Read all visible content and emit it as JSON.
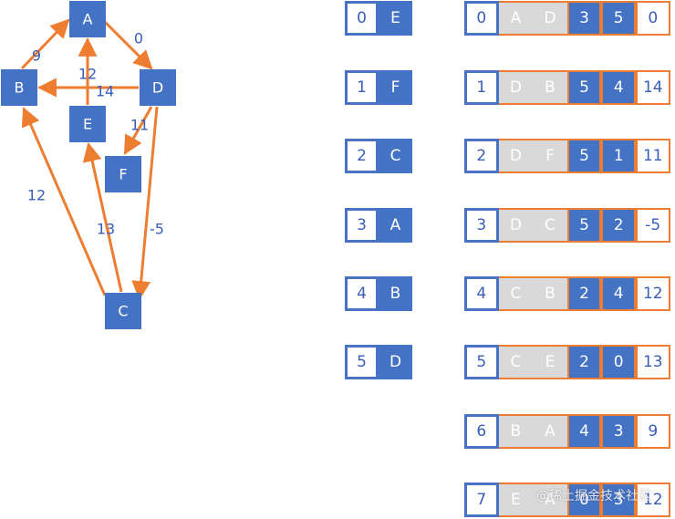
{
  "graph": {
    "nodes": [
      {
        "id": "A",
        "label": "A"
      },
      {
        "id": "B",
        "label": "B"
      },
      {
        "id": "D",
        "label": "D"
      },
      {
        "id": "E",
        "label": "E"
      },
      {
        "id": "F",
        "label": "F"
      },
      {
        "id": "C",
        "label": "C"
      }
    ],
    "edges": [
      {
        "from": "B",
        "to": "A",
        "weight": "9"
      },
      {
        "from": "A",
        "to": "D",
        "weight": "0"
      },
      {
        "from": "E",
        "to": "A",
        "weight": "12"
      },
      {
        "from": "D",
        "to": "B",
        "weight": "14"
      },
      {
        "from": "D",
        "to": "F",
        "weight": "11"
      },
      {
        "from": "C",
        "to": "B",
        "weight": "12"
      },
      {
        "from": "C",
        "to": "E",
        "weight": "13"
      },
      {
        "from": "D",
        "to": "C",
        "weight": "-5"
      }
    ],
    "colors": {
      "node": "#4472c4",
      "edge": "#ed7d31",
      "label": "#3a5db8"
    }
  },
  "vertex_table": [
    {
      "index": "0",
      "name": "E"
    },
    {
      "index": "1",
      "name": "F"
    },
    {
      "index": "2",
      "name": "C"
    },
    {
      "index": "3",
      "name": "A"
    },
    {
      "index": "4",
      "name": "B"
    },
    {
      "index": "5",
      "name": "D"
    }
  ],
  "edge_table": [
    {
      "index": "0",
      "from": "A",
      "to": "D",
      "from_idx": "3",
      "to_idx": "5",
      "weight": "0"
    },
    {
      "index": "1",
      "from": "D",
      "to": "B",
      "from_idx": "5",
      "to_idx": "4",
      "weight": "14"
    },
    {
      "index": "2",
      "from": "D",
      "to": "F",
      "from_idx": "5",
      "to_idx": "1",
      "weight": "11"
    },
    {
      "index": "3",
      "from": "D",
      "to": "C",
      "from_idx": "5",
      "to_idx": "2",
      "weight": "-5"
    },
    {
      "index": "4",
      "from": "C",
      "to": "B",
      "from_idx": "2",
      "to_idx": "4",
      "weight": "12"
    },
    {
      "index": "5",
      "from": "C",
      "to": "E",
      "from_idx": "2",
      "to_idx": "0",
      "weight": "13"
    },
    {
      "index": "6",
      "from": "B",
      "to": "A",
      "from_idx": "4",
      "to_idx": "3",
      "weight": "9"
    },
    {
      "index": "7",
      "from": "E",
      "to": "A",
      "from_idx": "0",
      "to_idx": "3",
      "weight": "12"
    }
  ],
  "watermark": "@稀土掘金技术社区"
}
